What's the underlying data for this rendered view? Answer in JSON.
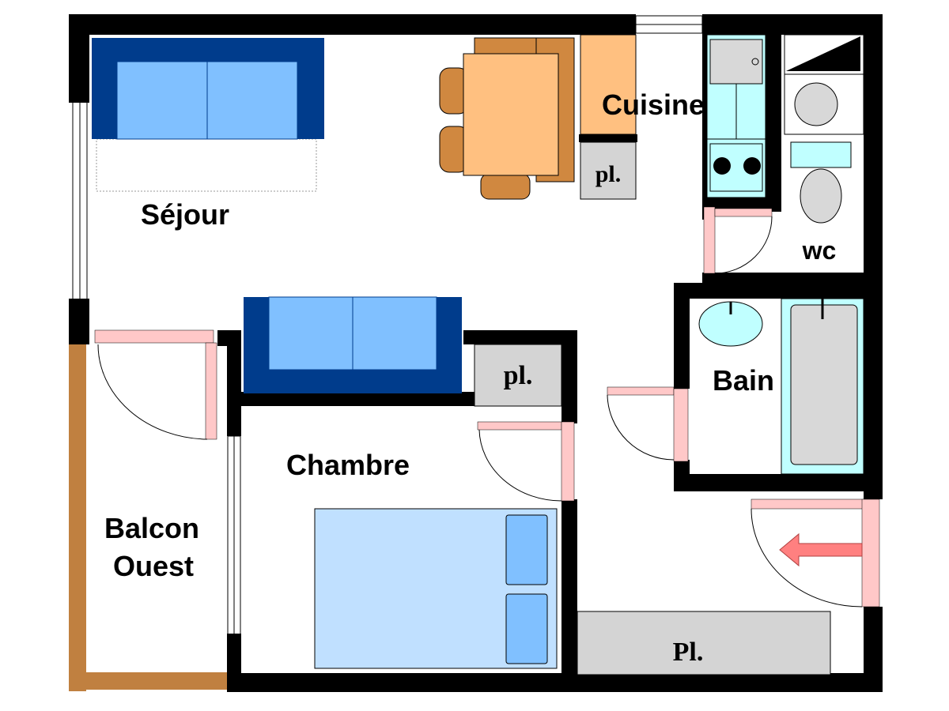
{
  "colors": {
    "wall": "#000000",
    "balcony_rail": "#c08040",
    "sofa_dark": "#003c8c",
    "sofa_light": "#80c0ff",
    "table": "#ffc080",
    "chair": "#d08840",
    "counter": "#ffc080",
    "appliance": "#c0ffff",
    "storage": "#d4d4d4",
    "door": "#ffc8c8",
    "bed": "#c0e0ff",
    "pillow": "#80c0ff",
    "tub": "#d8d8d8",
    "arrow": "#ff8080"
  },
  "rooms": {
    "sejour": "Séjour",
    "cuisine": "Cuisine",
    "wc": "wc",
    "bain": "Bain",
    "chambre": "Chambre",
    "balcon_line1": "Balcon",
    "balcon_line2": "Ouest"
  },
  "storage": {
    "kitchen": "pl.",
    "bedroom": "pl.",
    "entry": "Pl."
  },
  "icons": {
    "entrance": "arrow-left-icon"
  }
}
